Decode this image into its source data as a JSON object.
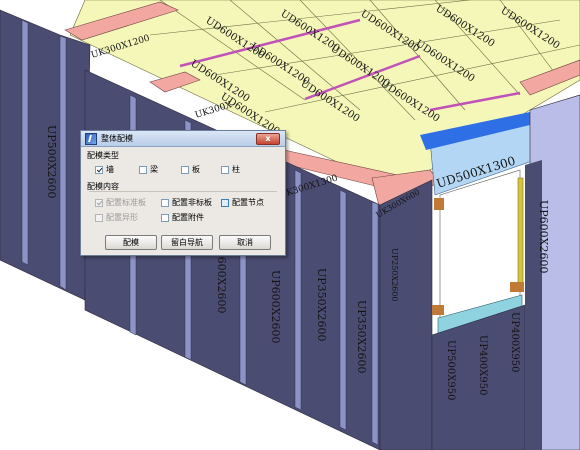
{
  "scene": {
    "panel_labels": {
      "slab_a": "UD600X1200",
      "slab_b": "UD600X1200",
      "slab_c": "UD600X1200",
      "slab_d": "UD600X1200",
      "slab_e": "UD600X1200",
      "slab_f": "UD600X1200",
      "slab_g": "UD600X1200",
      "slab_h": "UD600X1200",
      "slab_i": "UD600X1200",
      "slab_j": "UD600X1200",
      "slab_k": "UD600X1200",
      "slab_l": "UD600X1200",
      "beam_left_1": "UK300X1200",
      "beam_left_2": "UK300X",
      "beam_front": "UK300X1300",
      "beam_corner": "UK300X600",
      "opening_beam": "UD500X1300",
      "wall_left_1": "UP500X2600",
      "wall_front_1": "UP600X2600",
      "wall_front_2": "UP600X2600",
      "wall_front_3": "UP350X2600",
      "wall_corner_1": "UP350X2600",
      "wall_corner_2": "UP250X2600",
      "wall_corner_3": "UP500X950",
      "wall_corner_4": "UP400X950",
      "wall_right_1": "UP600X2600",
      "wall_right_2": "UP400X950"
    },
    "colors": {
      "slab": "#f4f7b8",
      "beam": "#f2a8a1",
      "wall": "#4b4c72",
      "stud": "#8e93c5",
      "opening_beam": "#b2d6f4",
      "blue_band": "#2f6fe6"
    }
  },
  "dialog": {
    "title": "整体配模",
    "close_label": "x",
    "section_type_title": "配模类型",
    "type_options": [
      {
        "label": "墙",
        "checked": true
      },
      {
        "label": "梁",
        "checked": false
      },
      {
        "label": "板",
        "checked": false
      },
      {
        "label": "柱",
        "checked": false
      }
    ],
    "section_content_title": "配模内容",
    "content_options": [
      {
        "label": "配置标准板",
        "checked": true,
        "disabled": true
      },
      {
        "label": "配置非标板",
        "checked": false,
        "disabled": false
      },
      {
        "label": "配置节点",
        "checked": false,
        "disabled": false,
        "focused": true
      },
      {
        "label": "配置异形",
        "checked": false,
        "disabled": true
      },
      {
        "label": "配置附件",
        "checked": false,
        "disabled": false
      }
    ],
    "buttons": {
      "ok": "配模",
      "auto_nav": "留白导航",
      "cancel": "取消"
    }
  }
}
